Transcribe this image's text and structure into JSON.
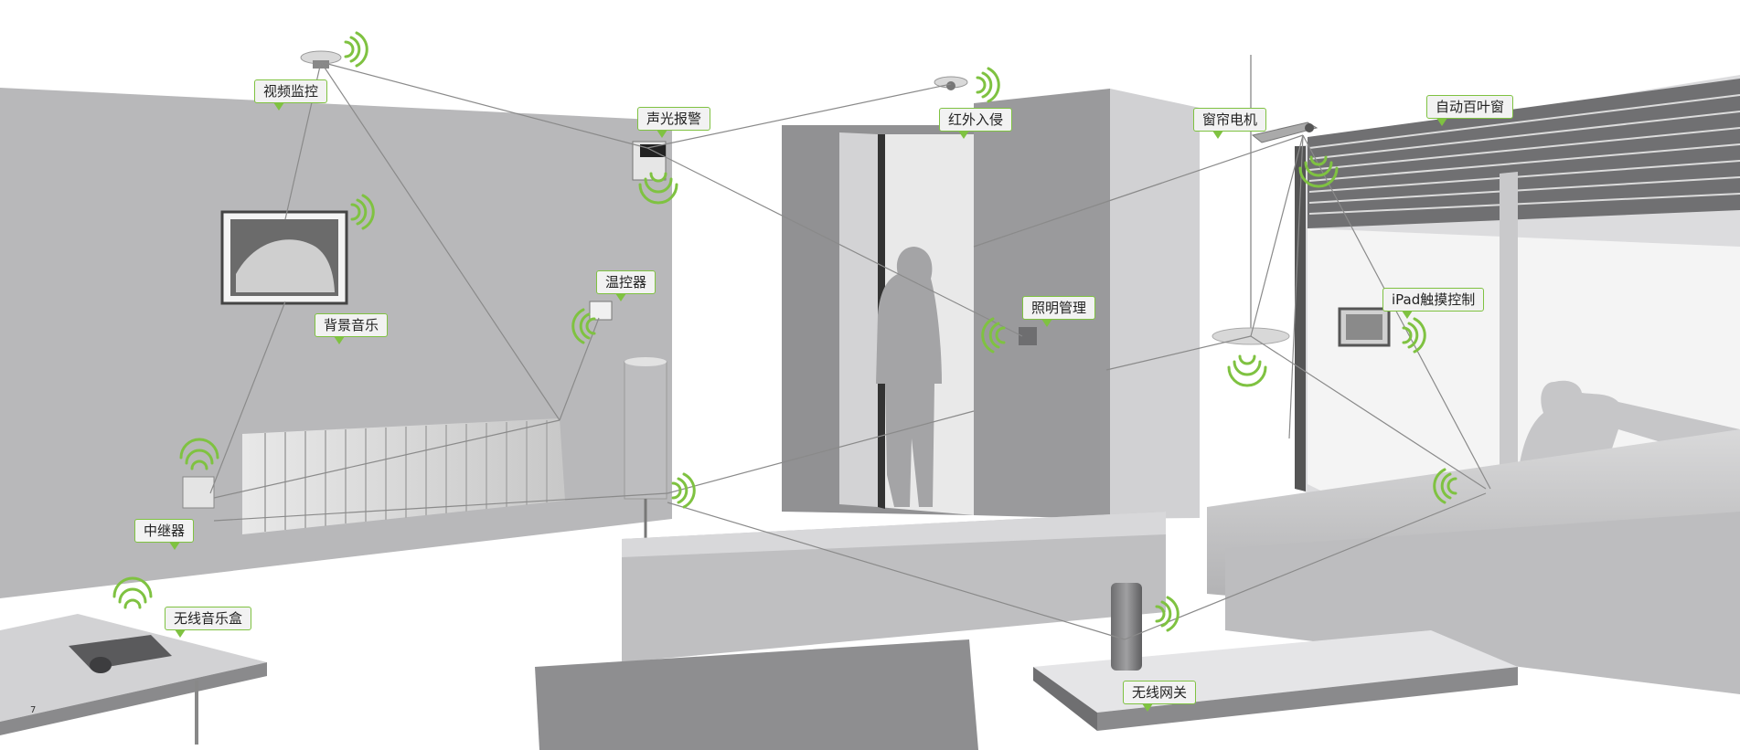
{
  "colors": {
    "accent": "#7fc241",
    "wall_left": "#b7b7b9",
    "wall_mid": "#8e8e90",
    "floor": "#ffffff",
    "line": "#8a8a8a"
  },
  "labels": {
    "video": "视频监控",
    "alarm": "声光报警",
    "infrared": "红外入侵",
    "curtain": "窗帘电机",
    "blinds": "自动百叶窗",
    "music": "背景音乐",
    "thermostat": "温控器",
    "lighting": "照明管理",
    "ipad": "iPad触摸控制",
    "repeater": "中继器",
    "musicbox": "无线音乐盒",
    "gateway": "无线网关"
  },
  "page_number": "7",
  "icons": {
    "wifi": "wifi-signal-icon",
    "camera": "camera-icon",
    "gateway": "gateway-icon"
  }
}
